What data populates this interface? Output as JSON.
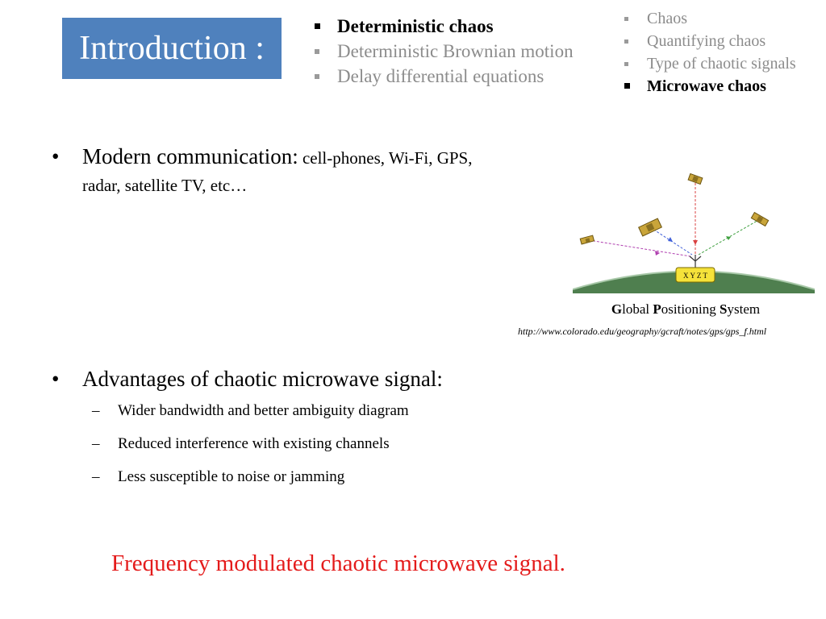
{
  "title": "Introduction :",
  "toc_center": [
    {
      "label": "Deterministic chaos",
      "active": true
    },
    {
      "label": "Deterministic Brownian motion",
      "active": false
    },
    {
      "label": "Delay differential equations",
      "active": false
    }
  ],
  "toc_right": [
    {
      "label": "Chaos",
      "active": false
    },
    {
      "label": "Quantifying chaos",
      "active": false
    },
    {
      "label": "Type of chaotic signals",
      "active": false
    },
    {
      "label": "Microwave chaos",
      "active": true
    }
  ],
  "bullet1": {
    "dot": "•",
    "lead": "Modern communication:",
    "rest_line1": " cell-phones, Wi-Fi, GPS,",
    "rest_line2": "radar, satellite TV, etc…"
  },
  "gps_figure": {
    "receiver_label": "X Y Z T",
    "caption_parts": [
      "G",
      "lobal ",
      "P",
      "ositioning ",
      "S",
      "ystem"
    ],
    "url": "http://www.colorado.edu/geography/gcraft/notes/gps/gps_f.html"
  },
  "bullet2": {
    "dot": "•",
    "text": "Advantages of chaotic microwave signal:",
    "dash": "–",
    "subitems": [
      "Wider bandwidth and better ambiguity diagram",
      "Reduced interference with existing channels",
      "Less susceptible to noise or jamming"
    ]
  },
  "conclusion": "Frequency modulated chaotic microwave signal.",
  "colors": {
    "title_bg": "#4f81bd",
    "conclusion": "#e41b1b",
    "inactive_toc": "#8c8c8c",
    "earth": "#4f7f4f"
  }
}
